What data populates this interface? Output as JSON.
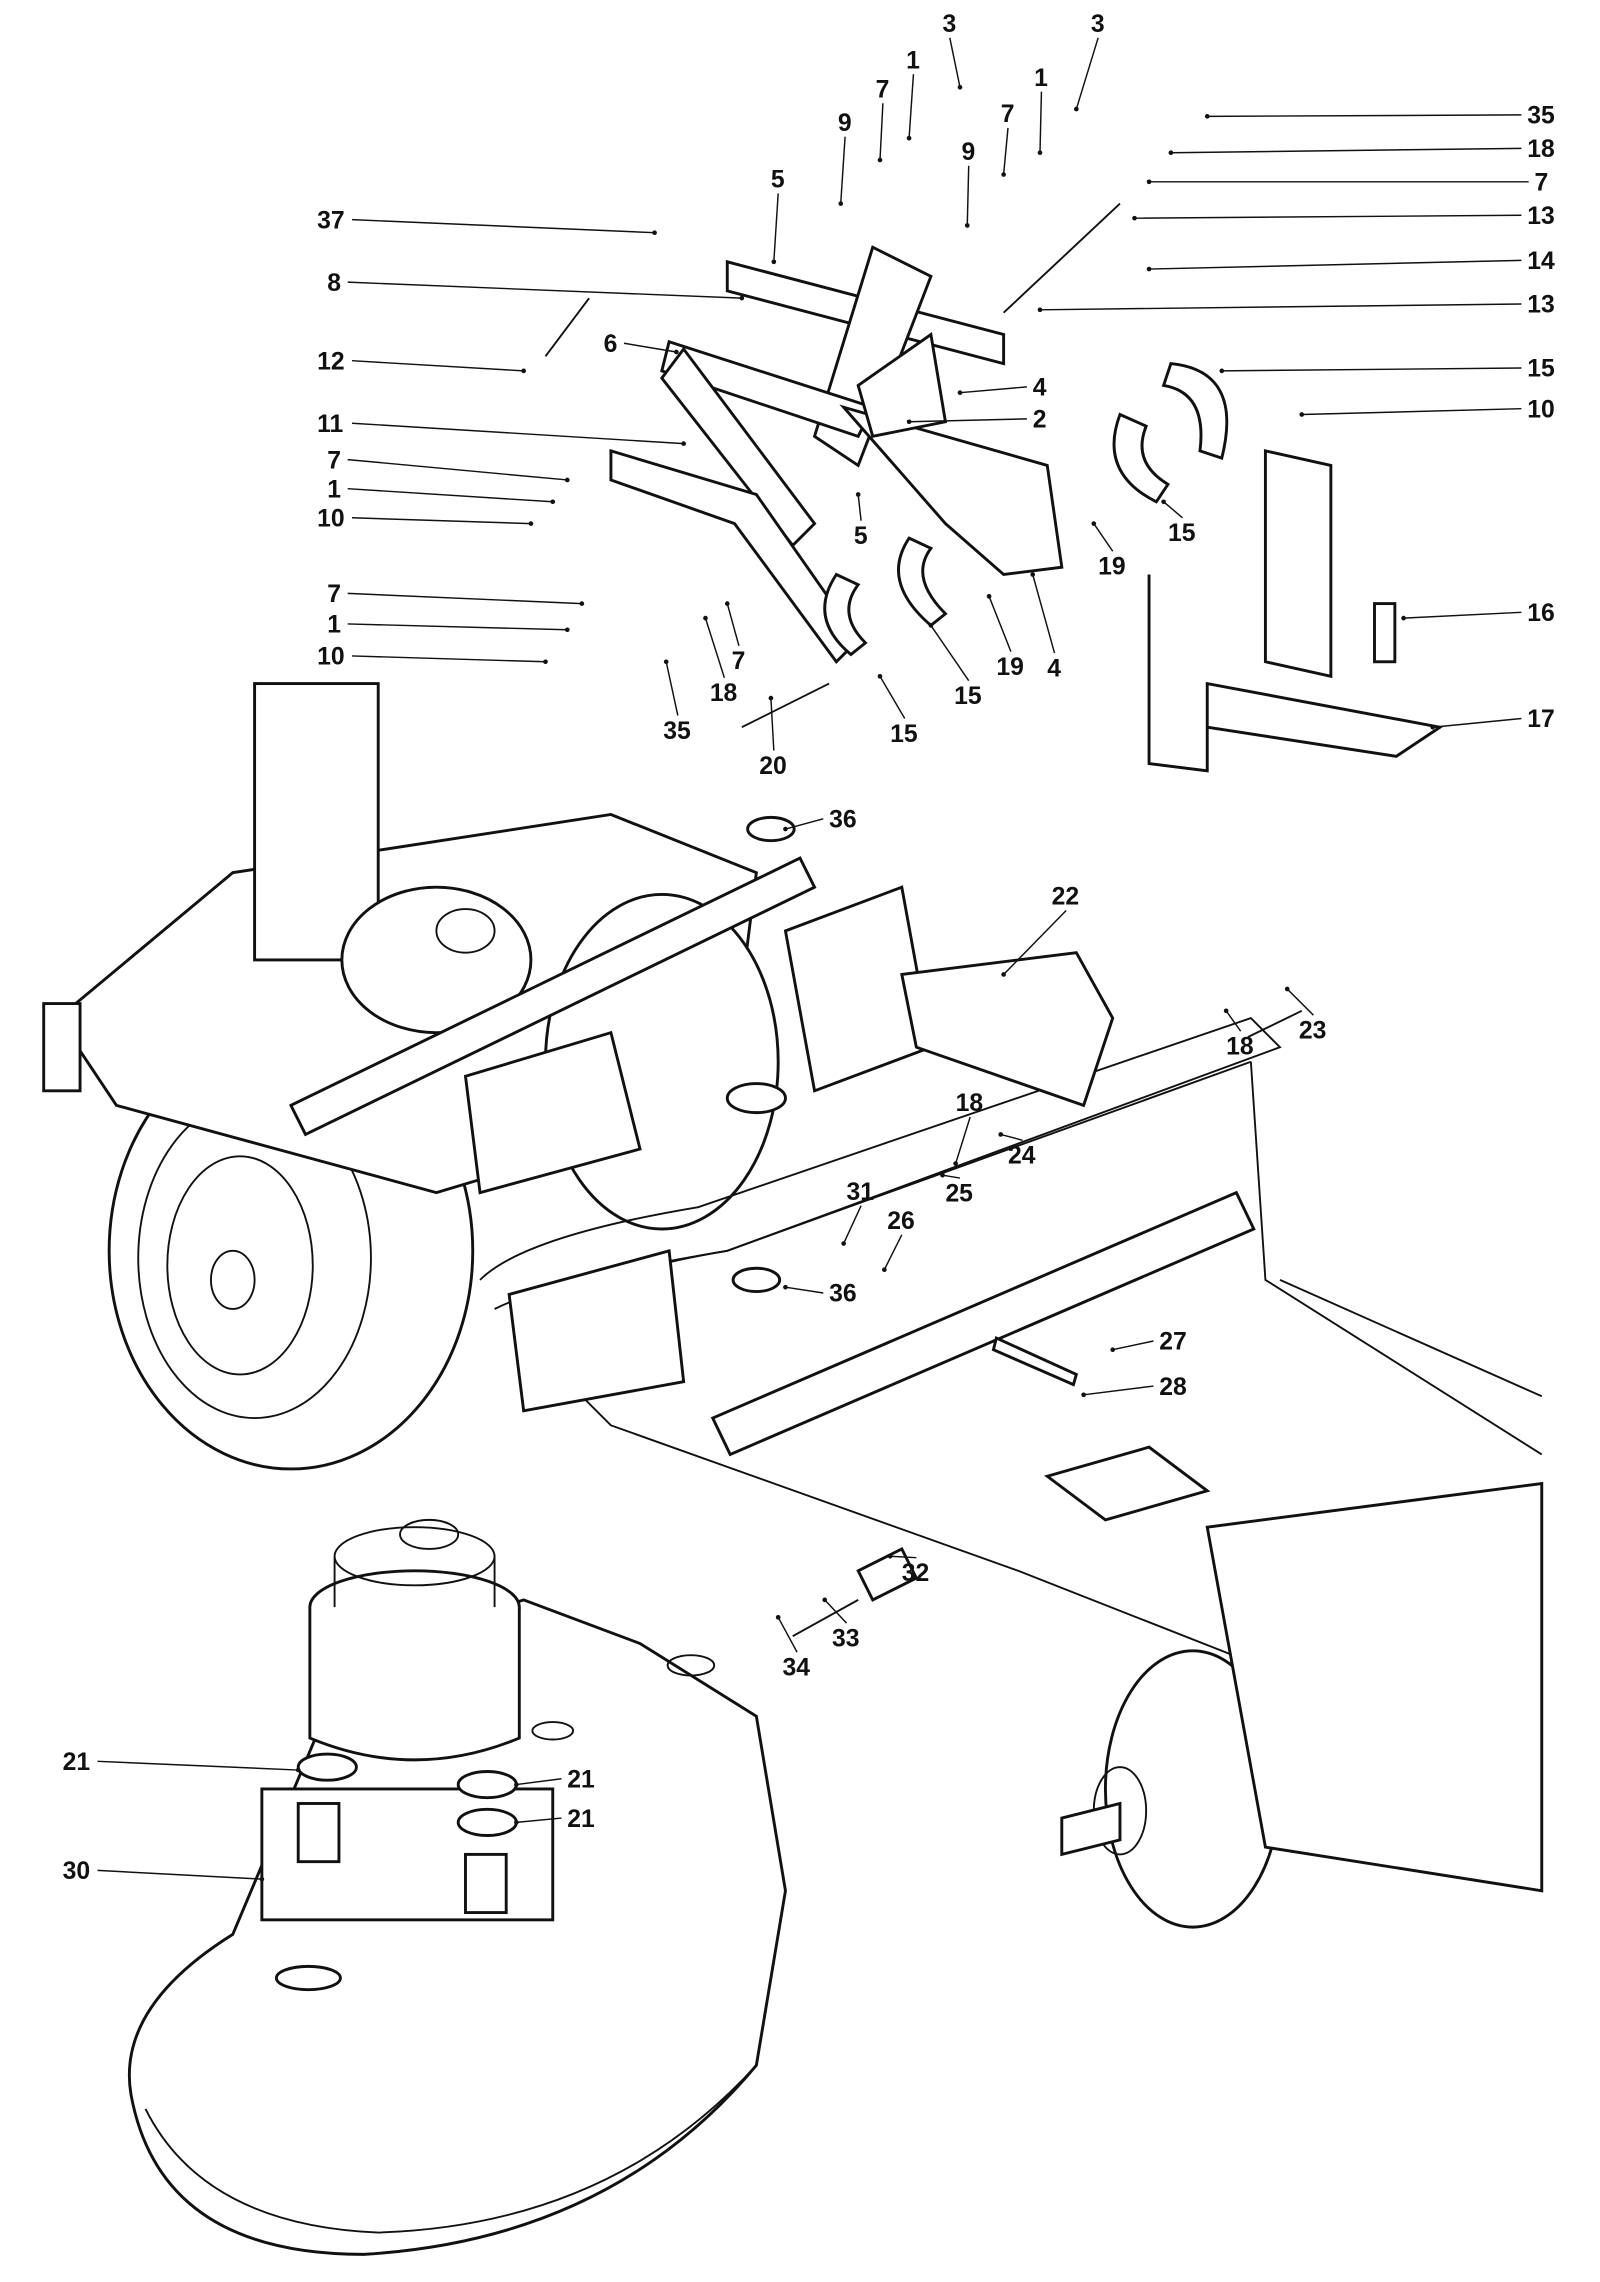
{
  "diagram": {
    "type": "exploded parts diagram",
    "callouts": [
      "3",
      "3",
      "35",
      "18",
      "7",
      "13",
      "14",
      "13",
      "15",
      "10",
      "16",
      "17",
      "1",
      "7",
      "1",
      "7",
      "9",
      "9",
      "5",
      "37",
      "8",
      "12",
      "6",
      "4",
      "2",
      "11",
      "7",
      "1",
      "10",
      "5",
      "15",
      "19",
      "7",
      "1",
      "10",
      "18",
      "7",
      "35",
      "15",
      "15",
      "19",
      "4",
      "20",
      "36",
      "22",
      "23",
      "18",
      "18",
      "24",
      "25",
      "31",
      "26",
      "36",
      "27",
      "28",
      "32",
      "33",
      "34",
      "21",
      "21",
      "21",
      "30"
    ]
  }
}
